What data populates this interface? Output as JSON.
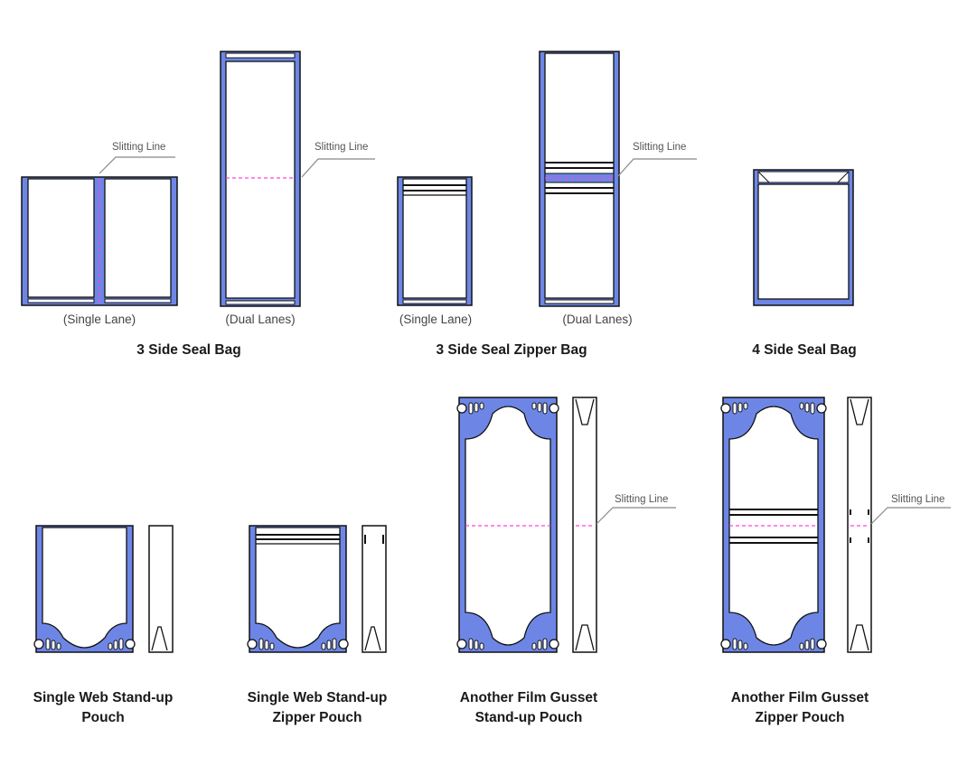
{
  "colors": {
    "seal_blue": "#6d86e6",
    "outline": "#111111",
    "slit_line": "#ff44dd",
    "leader": "#888888"
  },
  "slitting_label": "Slitting Line",
  "row1": {
    "three_side": {
      "title": "3 Side Seal Bag",
      "single": "(Single Lane)",
      "dual": "(Dual Lanes)"
    },
    "zipper": {
      "title": "3 Side Seal Zipper Bag",
      "single": "(Single Lane)",
      "dual": "(Dual Lanes)"
    },
    "four_side": {
      "title": "4 Side Seal Bag"
    }
  },
  "row2": {
    "web_pouch": {
      "line1": "Single Web Stand-up",
      "line2": "Pouch"
    },
    "web_zipper": {
      "line1": "Single Web Stand-up",
      "line2": "Zipper Pouch"
    },
    "gusset_pouch": {
      "line1": "Another Film Gusset",
      "line2": "Stand-up Pouch"
    },
    "gusset_zipper": {
      "line1": "Another Film Gusset",
      "line2": "Zipper Pouch"
    }
  }
}
